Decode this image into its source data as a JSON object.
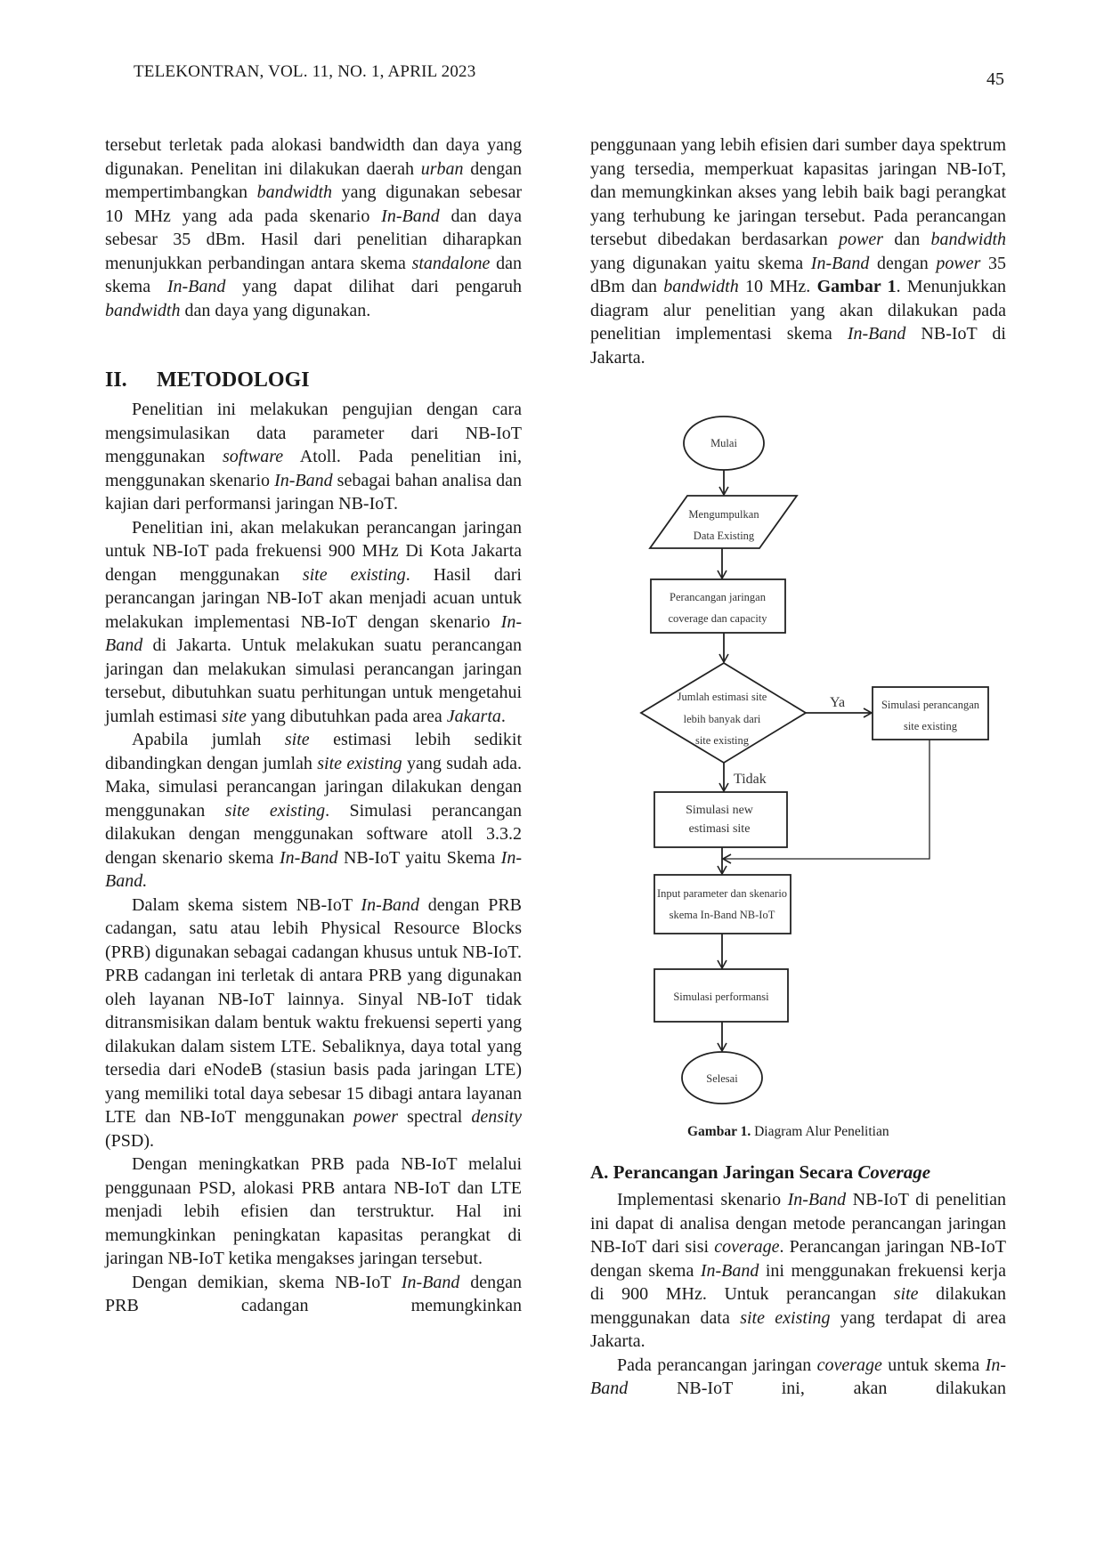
{
  "header": {
    "running_title": "TELEKONTRAN, VOL. 11, NO. 1, APRIL 2023",
    "page_number": "45"
  },
  "left_column": {
    "before": [
      {
        "cls": "",
        "runs": [
          [
            "tersebut terletak pada alokasi bandwidth dan daya yang digunakan. Penelitan ini dilakukan daerah ",
            ""
          ],
          [
            "urban",
            "i"
          ],
          [
            " dengan mempertimbangkan ",
            ""
          ],
          [
            "bandwidth",
            "i"
          ],
          [
            " yang digunakan sebesar 10 MHz yang ada pada skenario ",
            ""
          ],
          [
            "In-Band",
            "i"
          ],
          [
            " dan daya sebesar 35 dBm. Hasil dari penelitian diharapkan menunjukkan perbandingan antara skema ",
            ""
          ],
          [
            "standalone",
            "i"
          ],
          [
            " dan skema ",
            ""
          ],
          [
            "In-Band",
            "i"
          ],
          [
            " yang dapat dilihat dari pengaruh ",
            ""
          ],
          [
            "bandwidth",
            "i"
          ],
          [
            " dan daya yang digunakan.",
            ""
          ]
        ]
      }
    ],
    "heading_number": "II.",
    "heading_title": "METODOLOGI",
    "after": [
      {
        "cls": "ind",
        "runs": [
          [
            "Penelitian ini melakukan pengujian dengan cara mengsimulasikan data parameter dari NB-IoT menggunakan ",
            ""
          ],
          [
            "software",
            "i"
          ],
          [
            " Atoll. Pada penelitian ini, menggunakan skenario ",
            ""
          ],
          [
            "In-Band",
            "i"
          ],
          [
            " sebagai bahan analisa dan kajian dari performansi jaringan NB-IoT.",
            ""
          ]
        ]
      },
      {
        "cls": "ind",
        "runs": [
          [
            "Penelitian ini, akan melakukan perancangan jaringan untuk NB-IoT pada frekuensi 900 MHz Di Kota Jakarta dengan menggunakan ",
            ""
          ],
          [
            "site existing",
            "i"
          ],
          [
            ". Hasil dari perancangan jaringan NB-IoT akan menjadi acuan untuk melakukan implementasi NB-IoT dengan skenario ",
            ""
          ],
          [
            "In-Band",
            "i"
          ],
          [
            " di Jakarta. Untuk melakukan suatu perancangan jaringan dan melakukan simulasi perancangan jaringan tersebut, dibutuhkan suatu perhitungan untuk mengetahui jumlah estimasi ",
            ""
          ],
          [
            "site",
            "i"
          ],
          [
            " yang dibutuhkan pada area ",
            ""
          ],
          [
            "Jakarta",
            "i"
          ],
          [
            ".",
            ""
          ]
        ]
      },
      {
        "cls": "ind",
        "runs": [
          [
            "Apabila jumlah ",
            ""
          ],
          [
            "site",
            "i"
          ],
          [
            " estimasi lebih sedikit dibandingkan dengan jumlah ",
            ""
          ],
          [
            "site existing",
            "i"
          ],
          [
            " yang sudah ada. Maka, simulasi perancangan jaringan dilakukan dengan menggunakan ",
            ""
          ],
          [
            "site existing",
            "i"
          ],
          [
            ". Simulasi perancangan dilakukan dengan menggunakan software atoll 3.3.2 dengan skenario skema ",
            ""
          ],
          [
            "In-Band",
            "i"
          ],
          [
            " NB-IoT yaitu Skema ",
            ""
          ],
          [
            "In-Band.",
            "i"
          ]
        ]
      },
      {
        "cls": "ind",
        "runs": [
          [
            "Dalam skema sistem NB-IoT ",
            ""
          ],
          [
            "In-Band",
            "i"
          ],
          [
            " dengan PRB cadangan, satu atau lebih Physical Resource Blocks (PRB) digunakan sebagai cadangan khusus untuk NB-IoT. PRB cadangan ini terletak di antara PRB yang digunakan oleh layanan NB-IoT lainnya. Sinyal NB-IoT tidak ditransmisikan dalam bentuk waktu frekuensi seperti yang dilakukan dalam sistem LTE. Sebaliknya, daya total yang tersedia dari eNodeB (stasiun basis pada jaringan LTE) yang memiliki total daya sebesar 15 dibagi antara layanan LTE dan NB-IoT menggunakan ",
            ""
          ],
          [
            "power",
            "i"
          ],
          [
            " spectral ",
            ""
          ],
          [
            "density",
            "i"
          ],
          [
            " (PSD).",
            ""
          ]
        ]
      },
      {
        "cls": "ind",
        "runs": [
          [
            "Dengan meningkatkan PRB pada NB-IoT melalui penggunaan PSD, alokasi PRB antara NB-IoT dan LTE menjadi lebih efisien dan terstruktur. Hal ini memungkinkan peningkatan kapasitas perangkat di jaringan NB-IoT ketika mengakses jaringan tersebut.",
            ""
          ]
        ]
      },
      {
        "cls": "ind cont",
        "runs": [
          [
            "Dengan demikian, skema NB-IoT ",
            ""
          ],
          [
            "In-Band",
            "i"
          ],
          [
            " dengan PRB cadangan memungkinkan",
            ""
          ]
        ]
      }
    ]
  },
  "right_column": {
    "before": [
      {
        "cls": "",
        "runs": [
          [
            "penggunaan yang lebih efisien dari sumber daya spektrum yang tersedia, memperkuat kapasitas jaringan NB-IoT, dan memungkinkan akses yang lebih baik bagi perangkat yang terhubung ke jaringan tersebut. Pada perancangan tersebut dibedakan berdasarkan ",
            ""
          ],
          [
            "power",
            "i"
          ],
          [
            " dan ",
            ""
          ],
          [
            "bandwidth",
            "i"
          ],
          [
            " yang digunakan yaitu skema ",
            ""
          ],
          [
            "In-Band",
            "i"
          ],
          [
            " dengan ",
            ""
          ],
          [
            "power",
            "i"
          ],
          [
            " 35 dBm dan ",
            ""
          ],
          [
            "bandwidth",
            "i"
          ],
          [
            " 10 MHz. ",
            ""
          ],
          [
            "Gambar 1",
            "b"
          ],
          [
            ". Menunjukkan diagram alur penelitian yang akan dilakukan pada penelitian implementasi skema ",
            ""
          ],
          [
            "In-Band",
            "i"
          ],
          [
            " NB-IoT di Jakarta.",
            ""
          ]
        ]
      }
    ],
    "heading_prefix": "A. Perancangan Jaringan Secara ",
    "heading_italic": "Coverage",
    "after": [
      {
        "cls": "ind",
        "runs": [
          [
            "Implementasi skenario ",
            ""
          ],
          [
            "In-Band",
            "i"
          ],
          [
            " NB-IoT di penelitian ini dapat di analisa dengan metode perancangan jaringan NB-IoT dari sisi ",
            ""
          ],
          [
            "coverage",
            "i"
          ],
          [
            ". Perancangan jaringan NB-IoT dengan skema ",
            ""
          ],
          [
            "In-Band",
            "i"
          ],
          [
            " ini menggunakan frekuensi kerja di 900 MHz. Untuk perancangan ",
            ""
          ],
          [
            "site",
            "i"
          ],
          [
            " dilakukan menggunakan data ",
            ""
          ],
          [
            "site existing",
            "i"
          ],
          [
            " yang terdapat di area Jakarta.",
            ""
          ]
        ]
      },
      {
        "cls": "ind cont",
        "runs": [
          [
            "Pada perancangan jaringan ",
            ""
          ],
          [
            "coverage",
            "i"
          ],
          [
            " untuk skema ",
            ""
          ],
          [
            "In-Band",
            "i"
          ],
          [
            " NB-IoT ini, akan dilakukan",
            ""
          ]
        ]
      }
    ]
  },
  "figure": {
    "caption_label": "Gambar 1.",
    "caption_text": " Diagram Alur Penelitian",
    "nodes": {
      "start": "Mulai",
      "collect": [
        "Mengumpulkan",
        "Data Existing"
      ],
      "design": [
        "Perancangan jaringan",
        "coverage dan capacity"
      ],
      "decision": [
        "Jumlah estimasi site",
        "lebih banyak dari",
        "site existing"
      ],
      "yes_label": "Ya",
      "no_label": "Tidak",
      "sim_existing": [
        "Simulasi perancangan",
        "site existing"
      ],
      "sim_new": [
        "Simulasi new",
        "estimasi site"
      ],
      "input": [
        "Input parameter dan skenario",
        "skema In-Band NB-IoT"
      ],
      "performance": [
        "Simulasi performansi"
      ],
      "end": "Selesai"
    }
  }
}
